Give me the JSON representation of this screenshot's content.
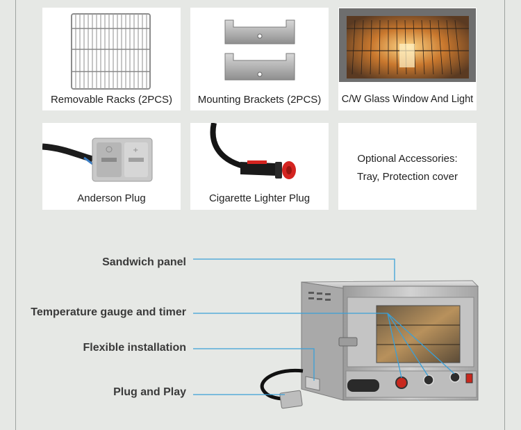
{
  "accessories": [
    {
      "label": "Removable Racks (2PCS)",
      "icon": "wire-rack-image"
    },
    {
      "label": "Mounting Brackets (2PCS)",
      "icon": "mounting-bracket-image"
    },
    {
      "label": "C/W Glass Window And Light",
      "icon": "oven-interior-image"
    },
    {
      "label": "Anderson Plug",
      "icon": "anderson-plug-image"
    },
    {
      "label": "Cigarette Lighter Plug",
      "icon": "cigarette-lighter-plug-image"
    }
  ],
  "optional": {
    "line1": "Optional Accessories:",
    "line2": "Tray, Protection cover"
  },
  "features": {
    "sandwich_panel": "Sandwich panel",
    "temperature": "Temperature gauge and timer",
    "installation": "Flexible installation",
    "plug": "Plug and Play"
  },
  "colors": {
    "callout_line": "#3aa0d8",
    "background": "#e6e8e5",
    "knob_red": "#c8281e"
  }
}
